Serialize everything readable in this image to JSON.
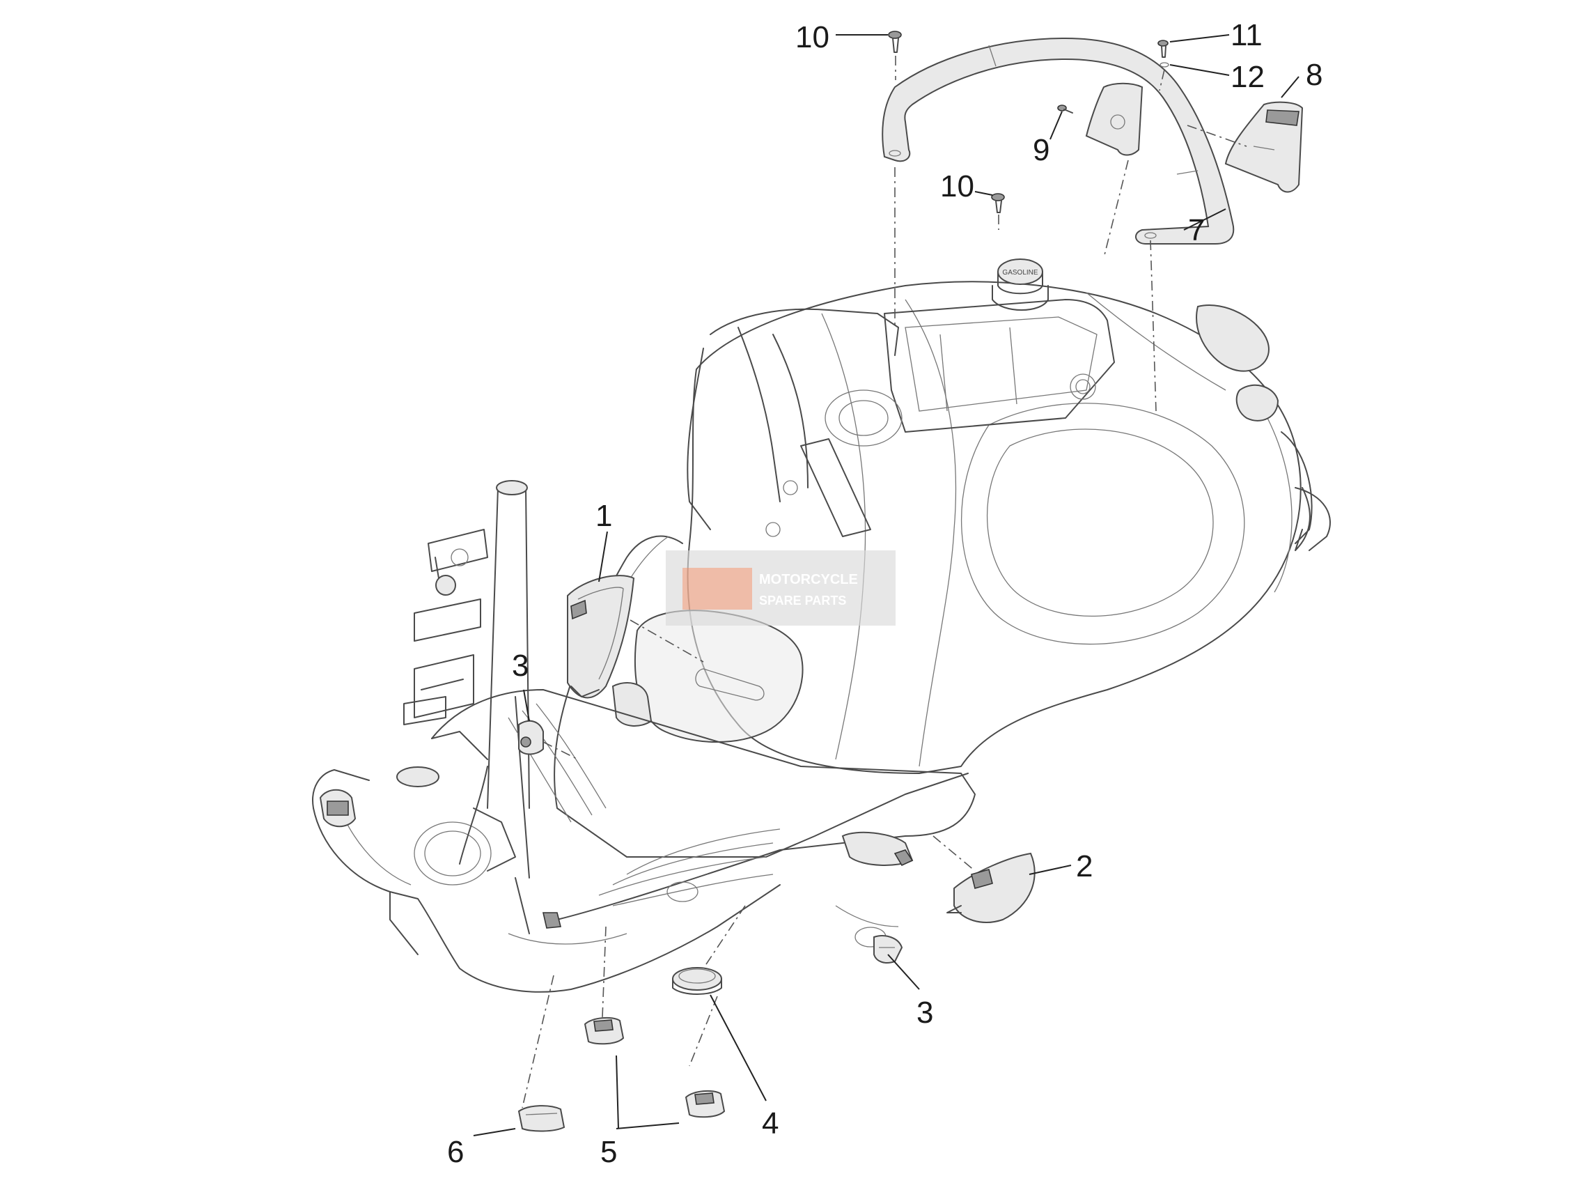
{
  "callouts": [
    {
      "id": "c1",
      "label": "1",
      "part": "front glovebox cover"
    },
    {
      "id": "c2",
      "label": "2",
      "part": "rear side cover"
    },
    {
      "id": "c3a",
      "label": "3",
      "part": "cap"
    },
    {
      "id": "c3b",
      "label": "3",
      "part": "cap"
    },
    {
      "id": "c4",
      "label": "4",
      "part": "round plug"
    },
    {
      "id": "c5",
      "label": "5",
      "part": "rubber plug"
    },
    {
      "id": "c6",
      "label": "6",
      "part": "rubber plug"
    },
    {
      "id": "c7",
      "label": "7",
      "part": "rear grab rail"
    },
    {
      "id": "c8",
      "label": "8",
      "part": "rail end cover"
    },
    {
      "id": "c9",
      "label": "9",
      "part": "screw"
    },
    {
      "id": "c10a",
      "label": "10",
      "part": "screw"
    },
    {
      "id": "c10b",
      "label": "10",
      "part": "screw"
    },
    {
      "id": "c11",
      "label": "11",
      "part": "screw"
    },
    {
      "id": "c12",
      "label": "12",
      "part": "washer"
    }
  ],
  "fuel_cap_text": "GASOLINE",
  "watermark": {
    "line1": "MOTORCYCLE",
    "line2": "SPARE PARTS"
  },
  "colors": {
    "line": "#4a4a4a",
    "fill_light": "#e9e9e9",
    "watermark_bg": "#d9d9d9",
    "watermark_accent": "#f0a080"
  }
}
